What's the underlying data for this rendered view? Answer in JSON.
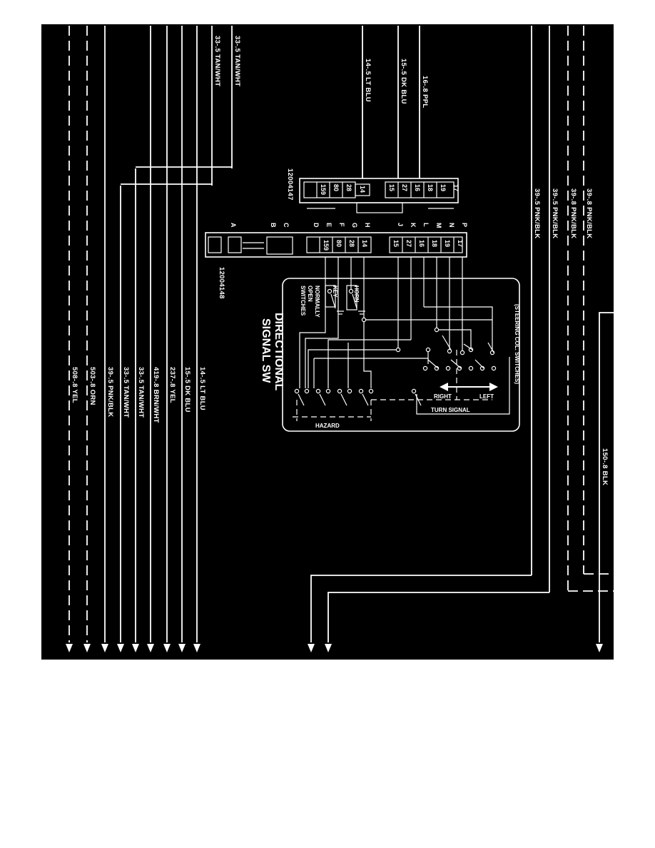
{
  "diagram": {
    "title_line1": "DIRECTIONAL",
    "title_line2": "SIGNAL SW",
    "connector_upper_part": "12004147",
    "connector_lower_part": "12004148",
    "switch_group_label": "(STEERING COL. SWITCHES)",
    "turn_signal_label": "TURN SIGNAL",
    "right_label": "RIGHT",
    "left_label": "LEFT",
    "hazard_label": "HAZARD",
    "horn_label": "HORN",
    "key_label": "KEY",
    "normally_open_label": "NORMALLY OPEN SWITCHES",
    "normally_open_lines": [
      "NORMALLY",
      "OPEN",
      "SWITCHES"
    ],
    "pin_letters": [
      "A",
      "B",
      "C",
      "D",
      "E",
      "F",
      "G",
      "H",
      "J",
      "K",
      "L",
      "M",
      "N",
      "P"
    ],
    "pin_circuits_upper": [
      "159",
      "80",
      "28",
      "14",
      "15",
      "27",
      "16",
      "18",
      "19",
      "17"
    ],
    "pin_circuits_lower": [
      "159",
      "80",
      "28",
      "14",
      "15",
      "27",
      "16",
      "18",
      "19",
      "17"
    ],
    "top_wires": [
      "33-.5 TAN/WHT",
      "33-.5 TAN/WHT",
      "14-.5 LT BLU",
      "15-.5 DK BLU",
      "16-.8 PPL",
      "39-.8 PNK/BLK",
      "39-.8 PNK/BLK",
      "39-.5 PNK/BLK",
      "39-.5 PNK/BLK"
    ],
    "bottom_wires": [
      "14-.5 LT BLU",
      "15-.5 DK BLU",
      "237-.8 YEL",
      "419-.8 BRN/WHT",
      "33-.5 TAN/WHT",
      "33-.5 TAN/WHT",
      "39-.5 PNK/BLK",
      "503-.8 ORN",
      "508-.8 YEL"
    ],
    "right_wire": "150-.8 BLK"
  }
}
